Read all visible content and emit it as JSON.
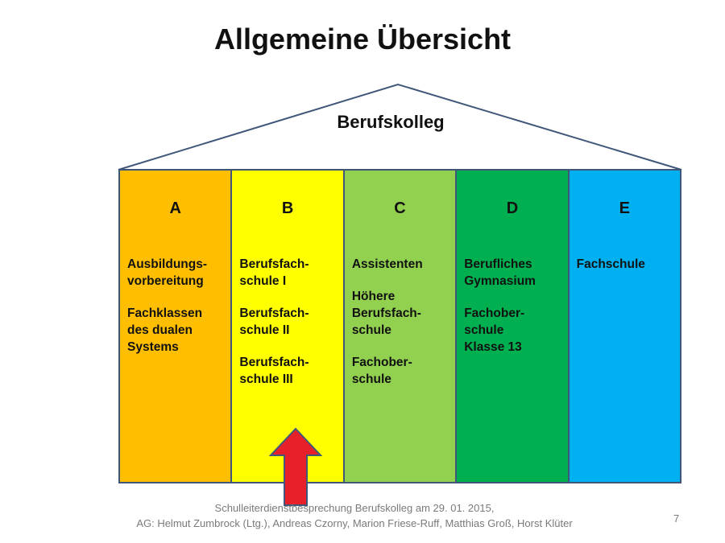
{
  "title": "Allgemeine Übersicht",
  "roof_label": "Berufskolleg",
  "colors": {
    "outline": "#41577a",
    "arrow_fill": "#e8202a",
    "arrow_stroke": "#41577a"
  },
  "pillars": [
    {
      "letter": "A",
      "color": "#ffbf00",
      "items": [
        "Ausbildungs-\nvorbereitung",
        "Fachklassen\ndes dualen\nSystems"
      ]
    },
    {
      "letter": "B",
      "color": "#ffff00",
      "items": [
        "Berufsfach-\nschule I",
        "Berufsfach-\nschule II",
        "Berufsfach-\nschule III"
      ]
    },
    {
      "letter": "C",
      "color": "#92d050",
      "items": [
        "Assistenten",
        "Höhere\nBerufsfach-\nschule",
        "Fachober-\nschule"
      ]
    },
    {
      "letter": "D",
      "color": "#00b050",
      "items": [
        "Berufliches\nGymnasium",
        "Fachober-\nschule\nKlasse 13"
      ]
    },
    {
      "letter": "E",
      "color": "#00b0f0",
      "items": [
        "Fachschule"
      ]
    }
  ],
  "footer": {
    "line1": "Schulleiterdienstbesprechung Berufskolleg am 29. 01. 2015,",
    "line2": "AG: Helmut Zumbrock (Ltg.), Andreas Czorny, Marion Friese-Ruff, Matthias Groß, Horst Klüter"
  },
  "page_number": "7"
}
